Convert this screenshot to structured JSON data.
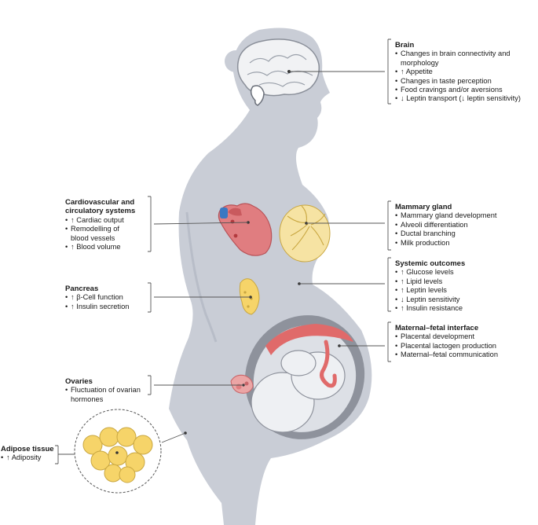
{
  "colors": {
    "body": "#c9cdd6",
    "body_shade": "#b8bdc8",
    "organ_yellow": "#f6d469",
    "heart_red": "#e07d80",
    "uterus_dark": "#8e929c",
    "placenta": "#e06a6a",
    "brain": "#f1f2f4"
  },
  "labels": {
    "brain": {
      "title": "Brain",
      "items": [
        "Changes in brain connectivity and morphology",
        "↑ Appetite",
        "Changes in taste perception",
        "Food cravings and/or aversions",
        "↓ Leptin transport (↓ leptin sensitivity)"
      ]
    },
    "cardio": {
      "title": "Cardiovascular and circulatory systems",
      "items": [
        "↑ Cardiac output",
        "Remodelling of blood vessels",
        "↑ Blood volume"
      ]
    },
    "mammary": {
      "title": "Mammary gland",
      "items": [
        "Mammary gland development",
        "Alveoli differentiation",
        "Ductal branching",
        "Milk production"
      ]
    },
    "systemic": {
      "title": "Systemic outcomes",
      "items": [
        "↑ Glucose levels",
        "↑ Lipid levels",
        "↑ Leptin levels",
        "↓ Leptin sensitivity",
        "↑ Insulin resistance"
      ]
    },
    "pancreas": {
      "title": "Pancreas",
      "items": [
        "↑ β-Cell function",
        "↑ Insulin secretion"
      ]
    },
    "interface": {
      "title": "Maternal–fetal interface",
      "items": [
        "Placental development",
        "Placental lactogen production",
        "Maternal–fetal communication"
      ]
    },
    "ovaries": {
      "title": "Ovaries",
      "items": [
        "Fluctuation of ovarian hormones"
      ]
    },
    "adipose": {
      "title": "Adipose tissue",
      "items": [
        "↑ Adiposity"
      ]
    }
  }
}
